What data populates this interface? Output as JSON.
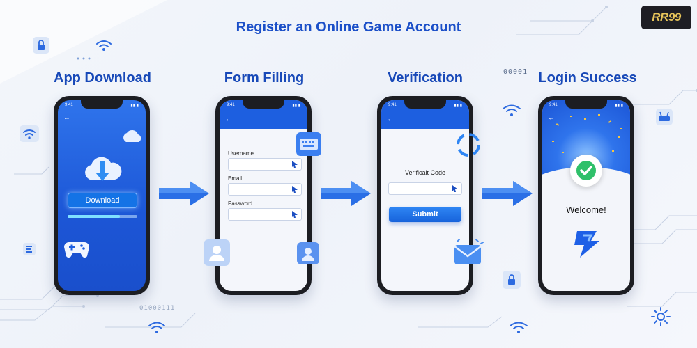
{
  "page": {
    "title": "Register an Online Game Account",
    "logo_text": "RR99"
  },
  "steps": [
    {
      "title": "App Download"
    },
    {
      "title": "Form Filling"
    },
    {
      "title": "Verification"
    },
    {
      "title": "Login Success"
    }
  ],
  "phone_status": {
    "time": "9:41"
  },
  "download_screen": {
    "button_label": "Download",
    "progress": 0.75
  },
  "form_screen": {
    "username_label": "Username",
    "email_label": "Email",
    "password_label": "Password"
  },
  "verify_screen": {
    "code_label": "Verificalt Code",
    "submit_label": "Submit"
  },
  "success_screen": {
    "welcome_text": "Welcome!"
  },
  "decor": {
    "binary_top": "00001",
    "binary_bottom": "01000111",
    "accent_color": "#1d5fe0"
  }
}
